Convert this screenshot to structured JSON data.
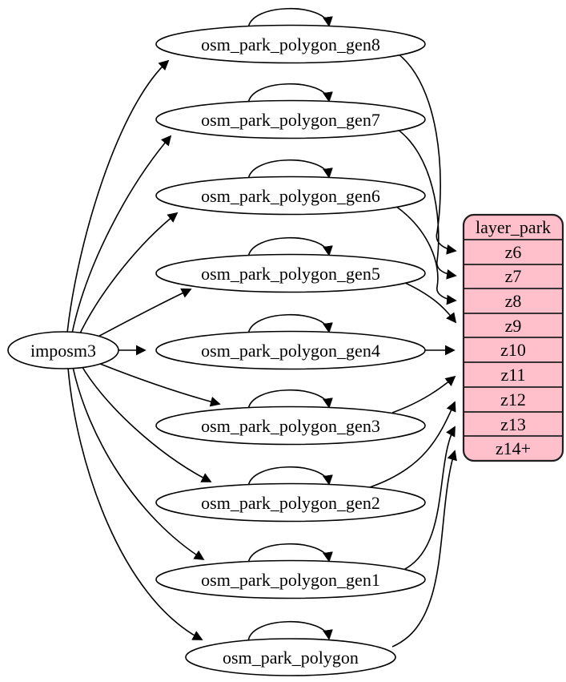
{
  "diagram": {
    "type": "graph",
    "background": "#ffffff",
    "source": {
      "label": "imposm3"
    },
    "tables": [
      {
        "label": "osm_park_polygon_gen8",
        "maps_to": "z6",
        "has_self_loop": true
      },
      {
        "label": "osm_park_polygon_gen7",
        "maps_to": "z7",
        "has_self_loop": true
      },
      {
        "label": "osm_park_polygon_gen6",
        "maps_to": "z8",
        "has_self_loop": true
      },
      {
        "label": "osm_park_polygon_gen5",
        "maps_to": "z9",
        "has_self_loop": true
      },
      {
        "label": "osm_park_polygon_gen4",
        "maps_to": "z10",
        "has_self_loop": true
      },
      {
        "label": "osm_park_polygon_gen3",
        "maps_to": "z11",
        "has_self_loop": true
      },
      {
        "label": "osm_park_polygon_gen2",
        "maps_to": "z12",
        "has_self_loop": true
      },
      {
        "label": "osm_park_polygon_gen1",
        "maps_to": "z13",
        "has_self_loop": true
      },
      {
        "label": "osm_park_polygon",
        "maps_to": "z14+",
        "has_self_loop": true
      }
    ],
    "layer": {
      "title": "layer_park",
      "rows": [
        "z6",
        "z7",
        "z8",
        "z9",
        "z10",
        "z11",
        "z12",
        "z13",
        "z14+"
      ],
      "fill_color": "#ffc0cb",
      "stroke_color": "#1f1f1f"
    },
    "colors": {
      "edge": "#000000",
      "node_fill": "#ffffff",
      "node_stroke": "#000000",
      "text": "#000000"
    }
  }
}
